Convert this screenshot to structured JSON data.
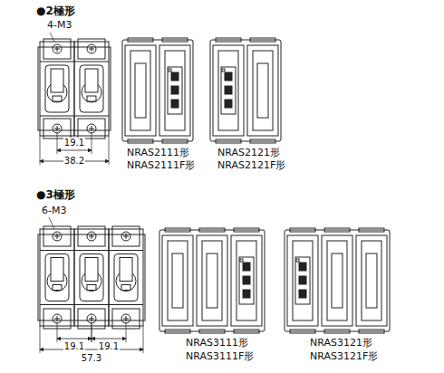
{
  "diagram": {
    "labels": [
      "●2極形",
      "4-M3",
      "19.1",
      "38.2",
      "NRAS2111形",
      "NRAS2111F形",
      "NRAS2121形",
      "NRAS2121F形",
      "●3極形",
      "6-M3",
      "19.1",
      "19.1",
      "57.3",
      "NRAS3111形",
      "NRAS3111F形",
      "NRAS3121形",
      "NRAS3121F形"
    ]
  }
}
